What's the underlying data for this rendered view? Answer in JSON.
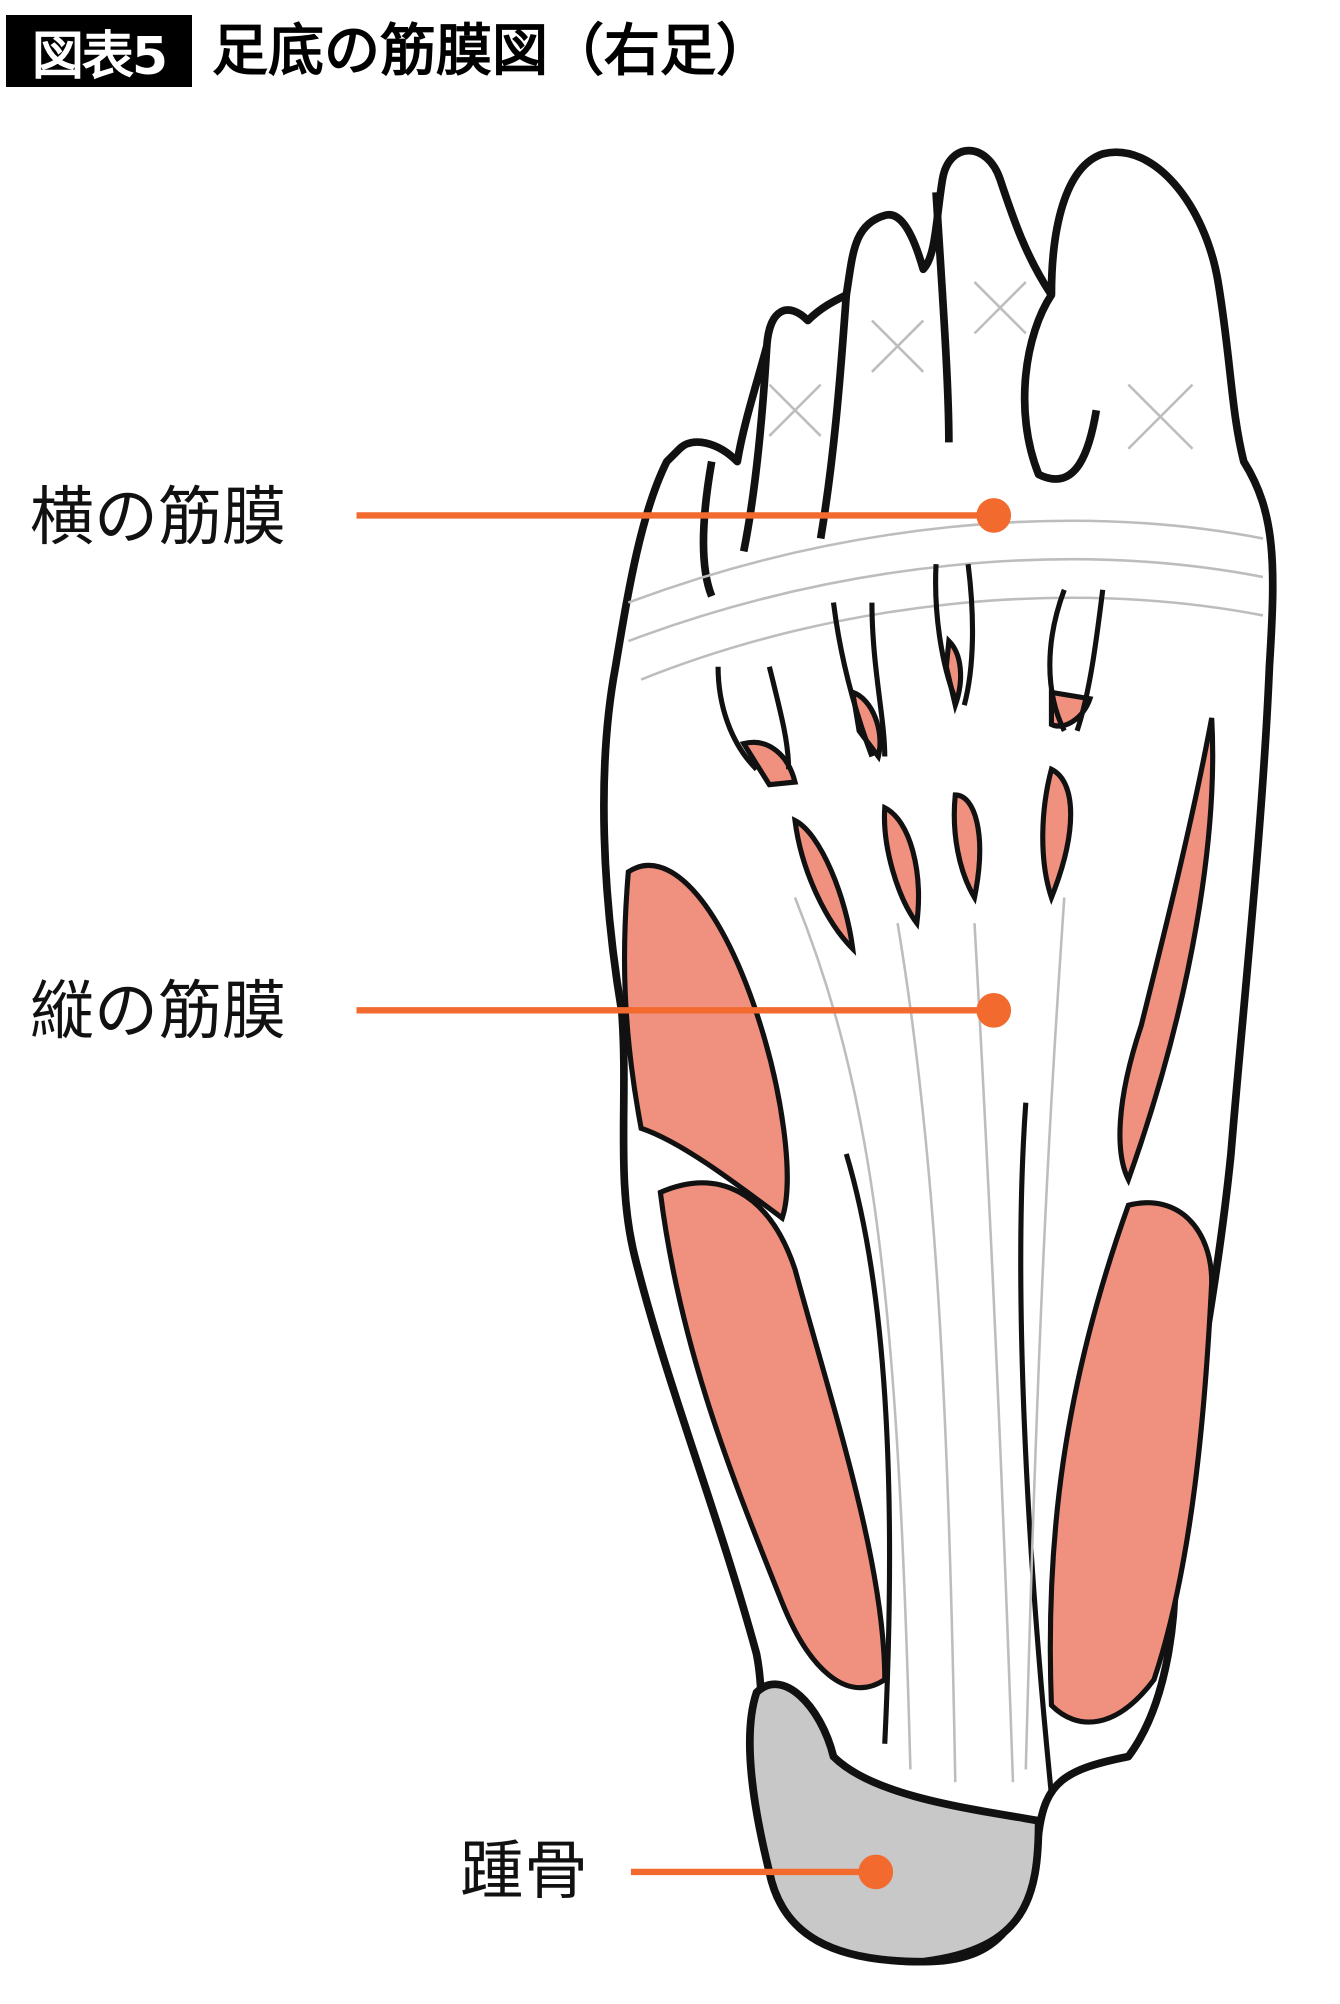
{
  "figure": {
    "number_label": "図表5",
    "title": "足底の筋膜図（右足）"
  },
  "labels": [
    {
      "text": "横の筋膜"
    },
    {
      "text": "縦の筋膜"
    },
    {
      "text": "踵骨"
    }
  ],
  "colors": {
    "leader": "#f26a2e",
    "muscle": "#f0907f",
    "bone": "#c8c8c8",
    "outline": "#111111"
  }
}
